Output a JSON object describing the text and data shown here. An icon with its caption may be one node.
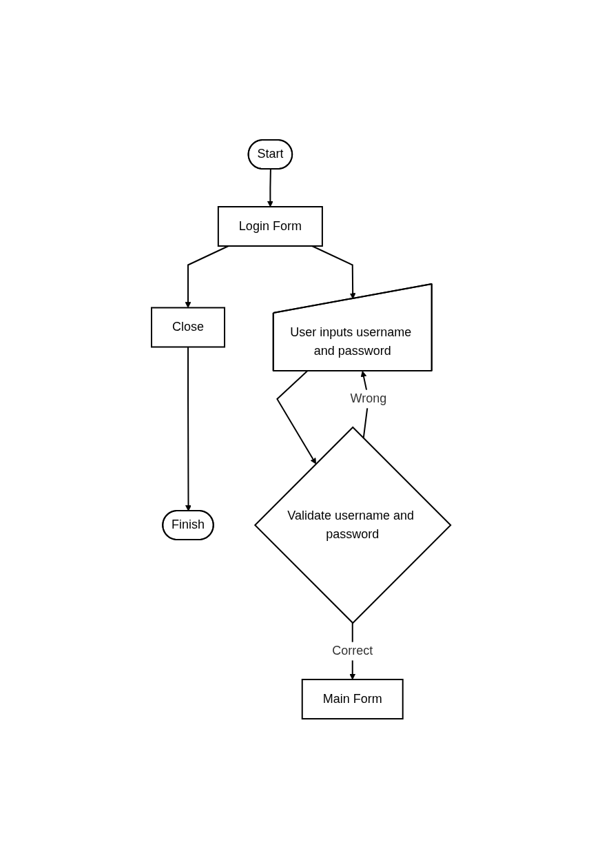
{
  "diagram": {
    "nodes": [
      {
        "text": [
          "Start"
        ]
      },
      {
        "text": [
          "Login Form"
        ]
      },
      {
        "text": [
          "Close"
        ]
      },
      {
        "text": [
          "Finish"
        ]
      },
      {
        "text": [
          "User inputs username and password"
        ]
      },
      {
        "text": [
          "Validate username and password"
        ]
      },
      {
        "text": [
          "Main Form"
        ]
      }
    ],
    "edges": [
      {
        "from": 0,
        "to": 1,
        "arrow": "to"
      },
      {
        "from": 1,
        "to": 2,
        "arrow": "to"
      },
      {
        "from": 2,
        "to": 3,
        "arrow": "to"
      },
      {
        "from": 1,
        "to": 4,
        "arrow": "to"
      },
      {
        "from": 4,
        "to": 5,
        "arrow": "to"
      },
      {
        "from": 5,
        "to": 4,
        "label": "Wrong",
        "arrow": "to"
      },
      {
        "from": 5,
        "to": 6,
        "label": "Correct",
        "arrow": "to"
      }
    ]
  }
}
